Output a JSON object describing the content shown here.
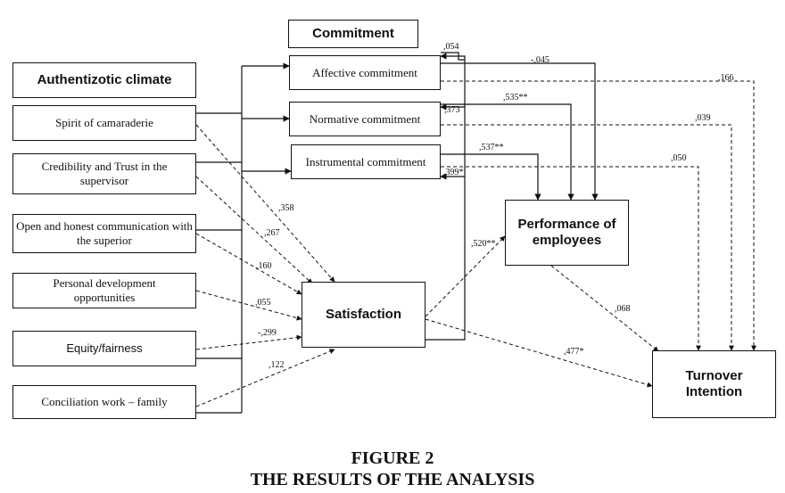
{
  "headings": {
    "authentizotic": "Authentizotic climate",
    "commitment": "Commitment"
  },
  "left_nodes": [
    "Spirit of camaraderie",
    "Credibility and Trust in the supervisor",
    "Open and honest communication with the superior",
    "Personal development opportunities",
    "Equity/fairness",
    "Conciliation work – family"
  ],
  "commitment_nodes": [
    "Affective commitment",
    "Normative commitment",
    "Instrumental commitment"
  ],
  "satisfaction": "Satisfaction",
  "performance": "Performance of employees",
  "turnover": "Turnover Intention",
  "coefficients": {
    "c054": ",054",
    "c045": "-,045",
    "c166": ",166",
    "c535": ",535**",
    "c373": ",373",
    "c039": ",039",
    "c537": ",537**",
    "c050": ",050",
    "c399": ",399*",
    "c358": ",358",
    "c267": ",267",
    "c160": ",160",
    "c055": ",055",
    "c299": "-,299",
    "c122": ",122",
    "c520": ",520**",
    "c068": ",068",
    "c477": ",477*"
  },
  "caption": {
    "line1": "FIGURE 2",
    "line2": "THE RESULTS OF THE ANALYSIS"
  }
}
